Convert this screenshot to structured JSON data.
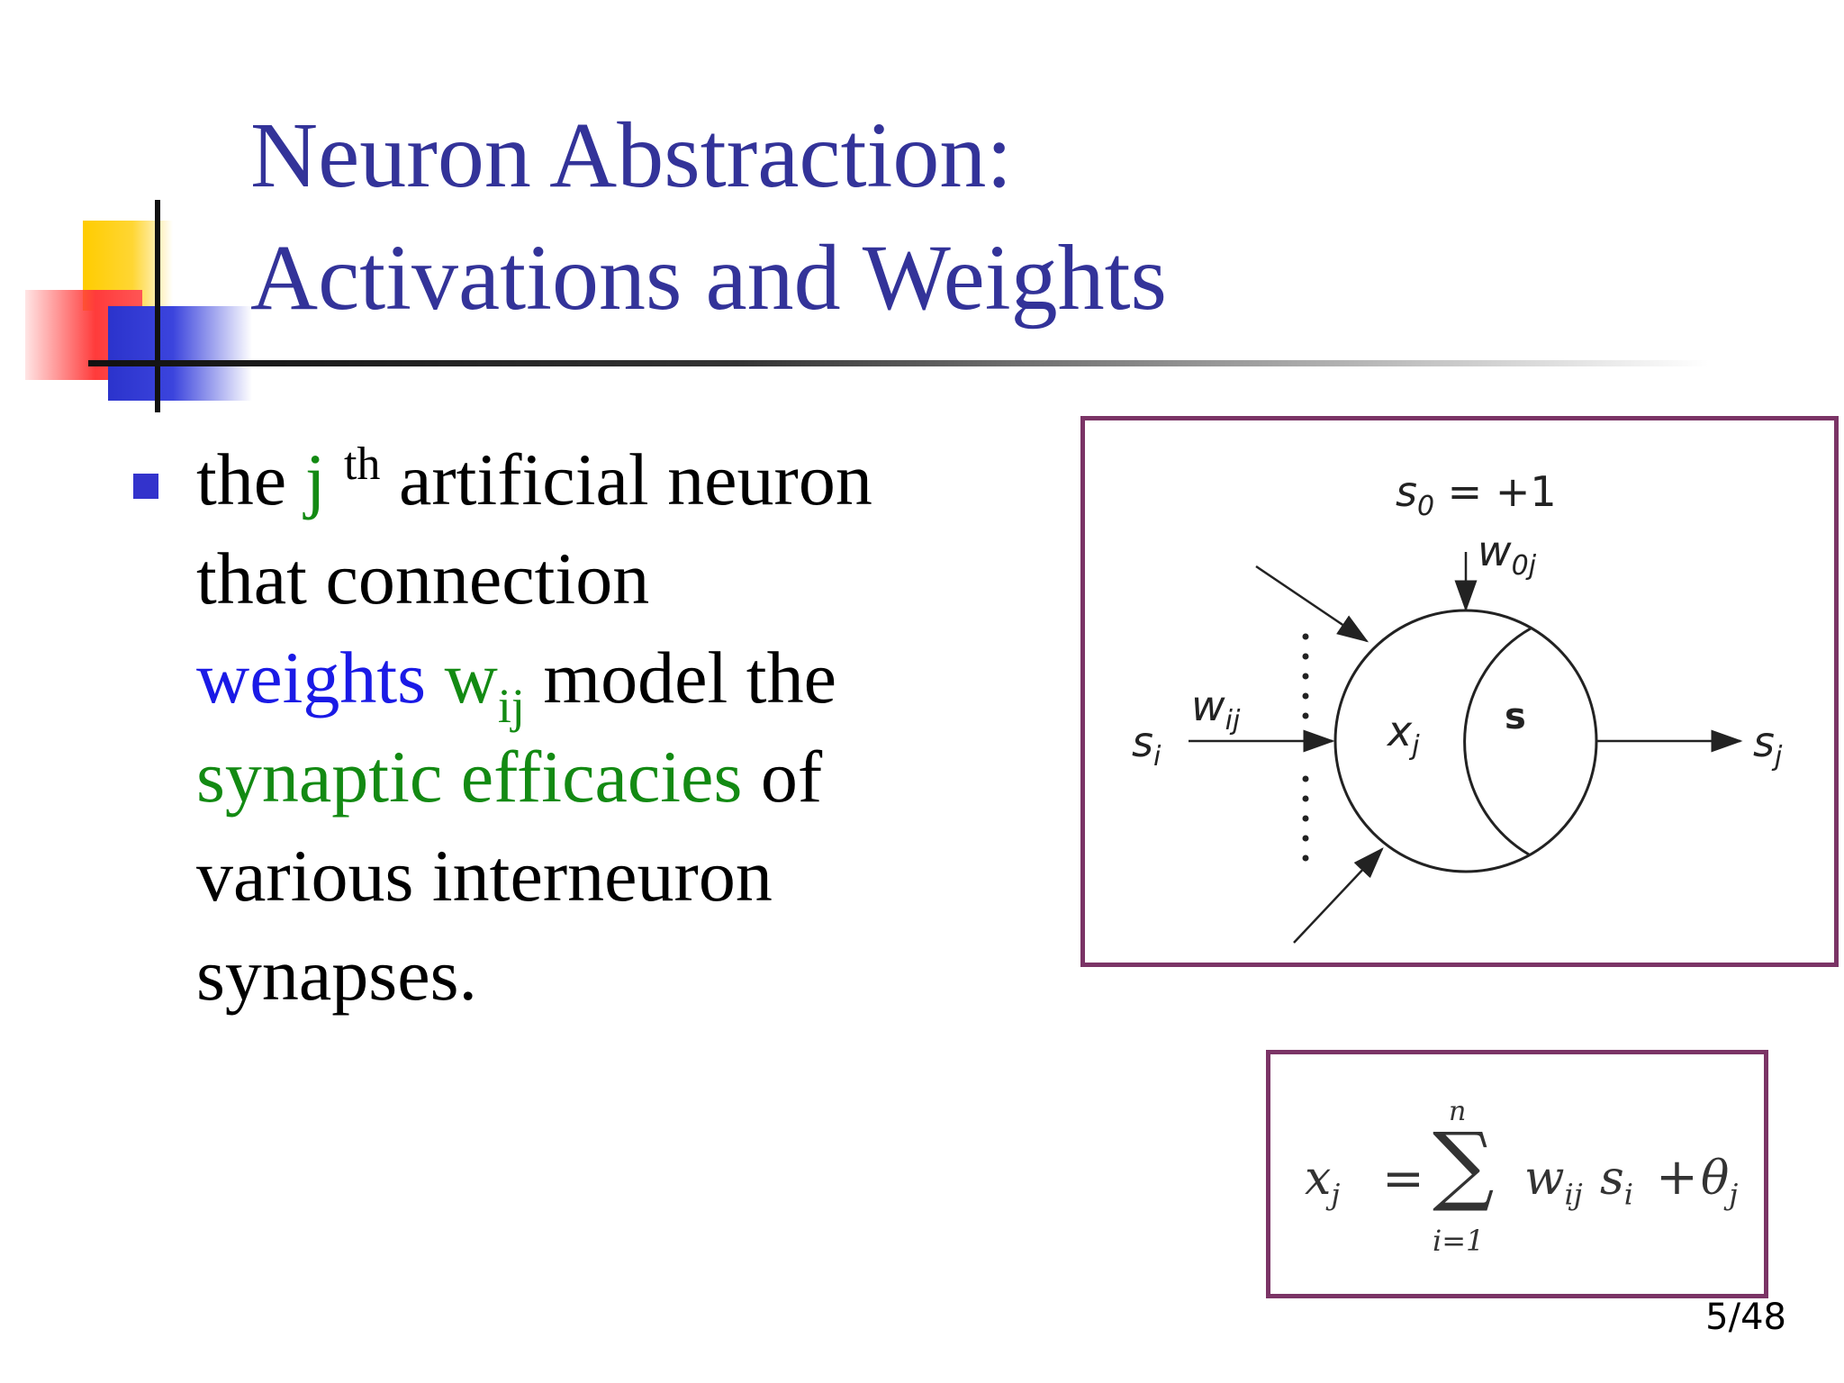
{
  "slide": {
    "title_line1": "Neuron Abstraction:",
    "title_line2": "Activations and Weights",
    "page_number": "5/48"
  },
  "bullet": {
    "t_the": "the ",
    "t_j": "j",
    "t_th": "th",
    "t_artificial": " artificial neuron",
    "t_line2": "that connection",
    "t_weights": "weights",
    "t_w": "w",
    "t_ij": "ij",
    "t_model": " model the",
    "t_synaptic": "synaptic efficacies",
    "t_of": " of",
    "t_line5": "various interneuron",
    "t_line6": "synapses."
  },
  "diagram": {
    "s0_label": "s",
    "s0_sub": "0",
    "s0_value": " = +1",
    "w0j_label": "w",
    "w0j_sub": "0j",
    "si_label": "s",
    "si_sub": "i",
    "wij_label": "w",
    "wij_sub": "ij",
    "xj_label": "x",
    "xj_sub": "j",
    "s_label": "s",
    "sj_label": "s",
    "sj_sub": "j"
  },
  "formula": {
    "lhs": "x",
    "lhs_sub": "j",
    "equals": "=",
    "sum_upper": "n",
    "sum_lower": "i=1",
    "term": "w",
    "term_sub": "ij",
    "term2": "s",
    "term2_sub": "i",
    "plus": "+",
    "theta": "θ",
    "theta_sub": "j"
  },
  "colors": {
    "title": "#333399",
    "green": "#138a13",
    "blue": "#1a1ae6",
    "box_border": "#7b3466",
    "bullet": "#3333cc"
  }
}
